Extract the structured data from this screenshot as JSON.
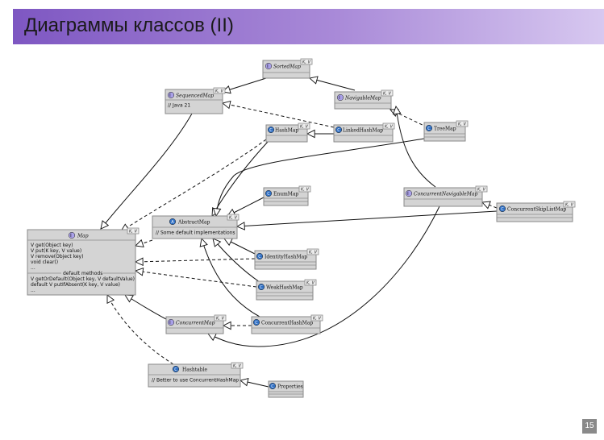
{
  "slide": {
    "title": "Диаграммы классов (II)",
    "page_number": "15"
  },
  "generics": "K, V",
  "nodes": {
    "SortedMap": {
      "name": "SortedMap",
      "kind": "interface"
    },
    "SequencedMap": {
      "name": "SequencedMap",
      "kind": "interface",
      "note": "// Java 21"
    },
    "NavigableMap": {
      "name": "NavigableMap",
      "kind": "interface"
    },
    "HashMap": {
      "name": "HashMap",
      "kind": "class"
    },
    "LinkedHashMap": {
      "name": "LinkedHashMap",
      "kind": "class"
    },
    "TreeMap": {
      "name": "TreeMap",
      "kind": "class"
    },
    "EnumMap": {
      "name": "EnumMap",
      "kind": "class"
    },
    "ConcurrentNavigableMap": {
      "name": "ConcurrentNavigableMap",
      "kind": "interface"
    },
    "ConcurrentSkipListMap": {
      "name": "ConcurrentSkipListMap",
      "kind": "class"
    },
    "AbstractMap": {
      "name": "AbstractMap",
      "kind": "abstract",
      "note": "// Some default implementations"
    },
    "Map": {
      "name": "Map",
      "kind": "interface",
      "members": [
        "V get(Object key)",
        "V put(K key, V value)",
        "V remove(Object key)",
        "void clear()",
        "..."
      ],
      "section": "default methods",
      "defaults": [
        "V getOrDefault(Object key, V defaultValue)",
        "default V putIfAbsent(K key, V value)",
        "..."
      ]
    },
    "IdentityHashMap": {
      "name": "IdentityHashMap",
      "kind": "class"
    },
    "WeakHashMap": {
      "name": "WeakHashMap",
      "kind": "class"
    },
    "ConcurrentMap": {
      "name": "ConcurrentMap",
      "kind": "interface"
    },
    "ConcurrentHashMap": {
      "name": "ConcurrentHashMap",
      "kind": "class"
    },
    "Hashtable": {
      "name": "Hashtable",
      "kind": "class",
      "note": "// Better to use ConcurrentHashMap"
    },
    "Properties": {
      "name": "Properties",
      "kind": "class"
    }
  },
  "colors": {
    "interface": "#a9a0e8",
    "class": "#2f6fc4",
    "box": "#d4d4d4",
    "title_bar": "#7e57c2"
  }
}
